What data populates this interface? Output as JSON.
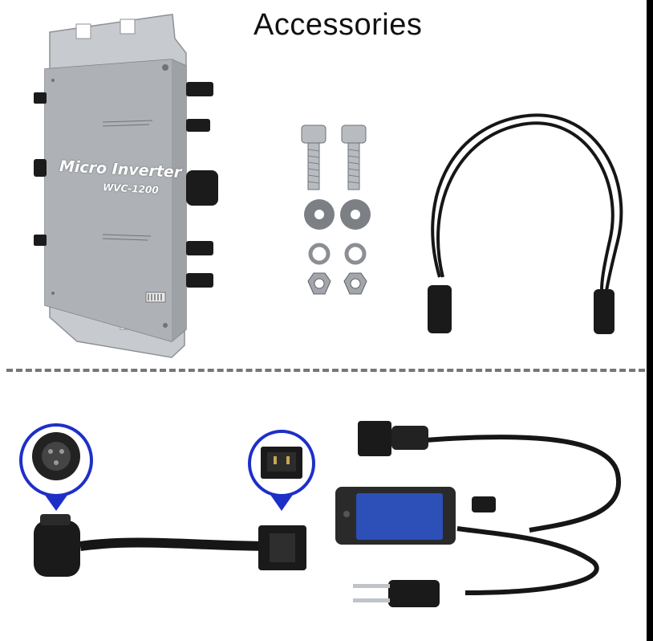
{
  "title": "Accessories",
  "inverter": {
    "label": "Micro Inverter",
    "model": "WVC-1200"
  },
  "colors": {
    "background": "#ffffff",
    "inverter_body": "#b9bdc2",
    "cable": "#161616",
    "display_screen": "#2c4fb8",
    "callout_ring": "#1e2fc8",
    "divider": "#777777"
  },
  "icons": [
    "inverter-icon",
    "bolt-icon",
    "washer-icon",
    "spring-washer-icon",
    "hex-nut-icon",
    "coiled-cable-icon",
    "round-connector-icon",
    "iec-socket-icon",
    "adapter-cable-icon",
    "power-meter-icon",
    "us-plug-icon"
  ]
}
